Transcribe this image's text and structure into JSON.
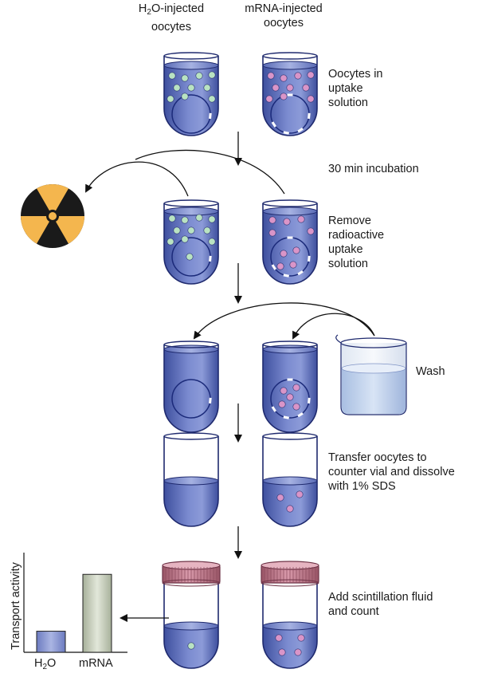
{
  "columns": {
    "water": {
      "prefix": "H",
      "sub": "2",
      "suffix": "O-injected",
      "line2": "oocytes"
    },
    "mrna": {
      "line1": "mRNA-injected",
      "line2": "oocytes"
    }
  },
  "steps": {
    "s1": {
      "lines": [
        "Oocytes in",
        "uptake",
        "solution"
      ]
    },
    "s2": {
      "lines": [
        "30 min incubation"
      ]
    },
    "s3": {
      "lines": [
        "Remove",
        "radioactive",
        "uptake",
        "solution"
      ]
    },
    "s4": {
      "lines": [
        "Wash"
      ]
    },
    "s5": {
      "lines": [
        "Transfer oocytes to",
        "counter vial and dissolve",
        "with 1% SDS"
      ]
    },
    "s6": {
      "lines": [
        "Add scintillation fluid",
        "and count"
      ]
    }
  },
  "chart_data": {
    "type": "bar",
    "ylabel": "Transport activity",
    "categories": [
      "H2O",
      "mRNA"
    ],
    "category_display": {
      "h2o_main": "H",
      "h2o_sub": "2",
      "h2o_tail": "O",
      "mrna": "mRNA"
    },
    "values": [
      0.23,
      0.85
    ],
    "ylim": [
      0,
      1
    ],
    "colors": [
      "#8a97cf",
      "#c9d2bd"
    ]
  },
  "colors": {
    "tube_liquid": "#6273bd",
    "tube_outline": "#1f2a6e",
    "green_bead": "#b9e3c2",
    "pink_bead": "#d995c8",
    "cap": "#c97f92",
    "radiation_yellow": "#f4b64e"
  }
}
